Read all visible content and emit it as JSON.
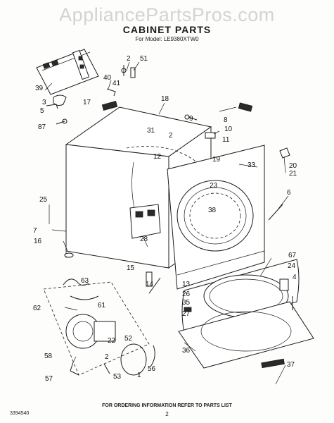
{
  "watermark": "AppliancePartsPros.com",
  "title": "CABINET PARTS",
  "subtitle": "For Model: LE9380XTW0",
  "footer": "FOR ORDERING INFORMATION REFER TO PARTS LIST",
  "doc_number": "3394540",
  "page_number": "2",
  "callouts": [
    "2",
    "51",
    "39",
    "40",
    "41",
    "18",
    "3",
    "17",
    "5",
    "87",
    "9",
    "8",
    "10",
    "31",
    "2",
    "12",
    "11",
    "19",
    "33",
    "20",
    "21",
    "23",
    "6",
    "25",
    "38",
    "7",
    "16",
    "28",
    "15",
    "14",
    "63",
    "62",
    "61",
    "22",
    "52",
    "58",
    "2",
    "57",
    "53",
    "56",
    "1",
    "67",
    "24",
    "4",
    "13",
    "26",
    "35",
    "27",
    "36",
    "37"
  ]
}
